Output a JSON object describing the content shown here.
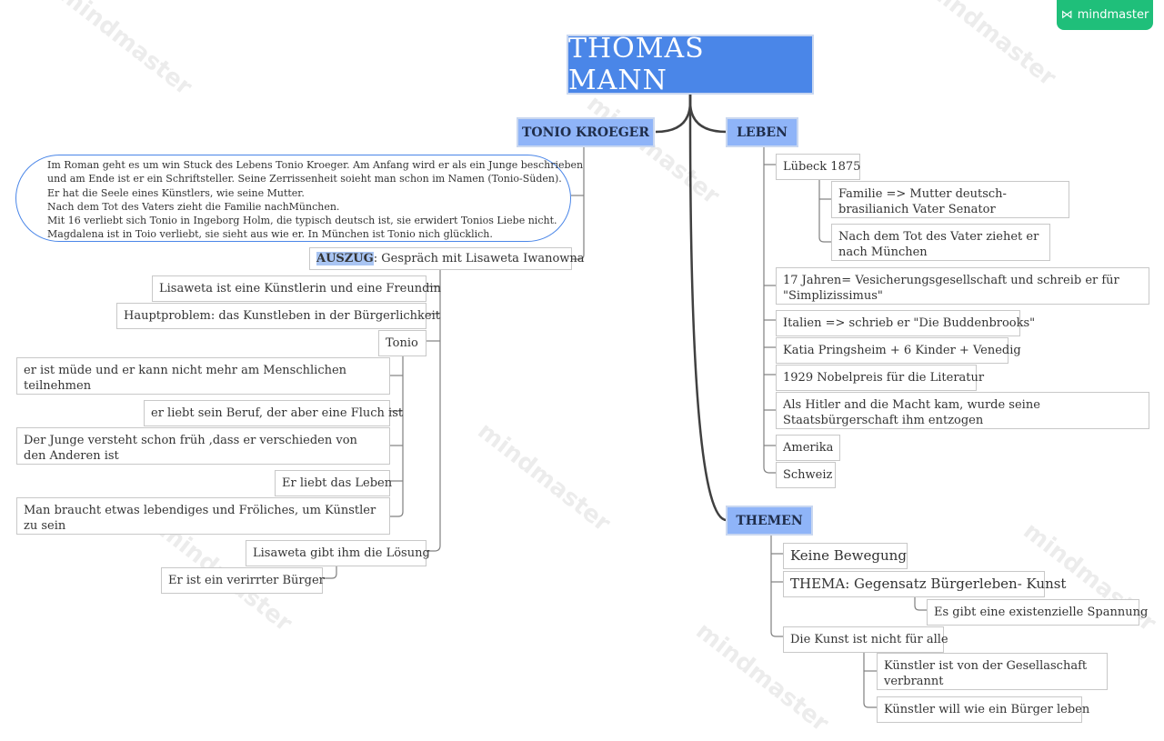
{
  "brand": {
    "label": "mindmaster",
    "watermark": "mindmaster"
  },
  "root": {
    "title": "THOMAS MANN"
  },
  "tonio": {
    "label": "TONIO KROEGER",
    "note": [
      "Im Roman geht es um win Stuck des Lebens Tonio Kroeger. Am Anfang wird er als ein Junge beschrieben",
      "und am Ende ist er ein Schriftsteller. Seine Zerrissenheit soieht man schon im Namen (Tonio-Süden).",
      "Er hat die Seele eines Künstlers, wie seine Mutter.",
      "Nach dem Tot des Vaters zieht die Familie nachMünchen.",
      "Mit 16 verliebt sich Tonio in Ingeborg Holm, die typisch deutsch ist, sie erwidert Tonios Liebe nicht.",
      "Magdalena ist in Toio verliebt, sie sieht aus wie er. In München ist Tonio nich glücklich."
    ],
    "auszug_key": "AUSZUG",
    "auszug_rest": ": Gespräch mit Lisaweta Iwanowna",
    "lisaweta": "Lisaweta ist eine Künstlerin und eine Freundin",
    "hauptproblem": "Hauptproblem: das Kunstleben in der Bürgerlichkeit",
    "tonio": "Tonio",
    "tonio_items": [
      "er ist müde und er kann nicht mehr am Menschlichen teilnehmen",
      "er liebt sein Beruf, der aber eine Fluch ist",
      "Der Junge versteht schon früh ,dass er verschieden von den Anderen ist",
      "Er liebt das Leben",
      "Man braucht etwas lebendiges und Fröliches, um Künstler zu sein"
    ],
    "loesung": "Lisaweta gibt ihm die Lösung",
    "buerger": "Er ist ein verirrter Bürger"
  },
  "leben": {
    "label": "LEBEN",
    "luebeck": "Lübeck 1875",
    "luebeck_items": [
      "Familie => Mutter deutsch-brasilianich Vater Senator",
      "Nach dem Tot des Vater ziehet er nach München"
    ],
    "items": [
      "17 Jahren= Vesicherungsgesellschaft und schreib er  für \"Simplizissimus\"",
      "Italien => schrieb er \"Die Buddenbrooks\"",
      "Katia Pringsheim + 6 Kinder + Venedig",
      "1929 Nobelpreis für die Literatur",
      "Als Hitler and die Macht kam, wurde seine Staatsbürgerschaft ihm entzogen",
      "Amerika",
      "Schweiz"
    ]
  },
  "themen": {
    "label": "THEMEN",
    "keine": "Keine Bewegung",
    "thema": "THEMA: Gegensatz Bürgerleben- Kunst",
    "spannung": "Es gibt eine existenzielle Spannung",
    "kunst": "Die Kunst ist nicht für alle",
    "kunst_items": [
      "Künstler ist von der Gesellaschaft verbrannt",
      "Künstler will wie ein Bürger leben"
    ]
  }
}
